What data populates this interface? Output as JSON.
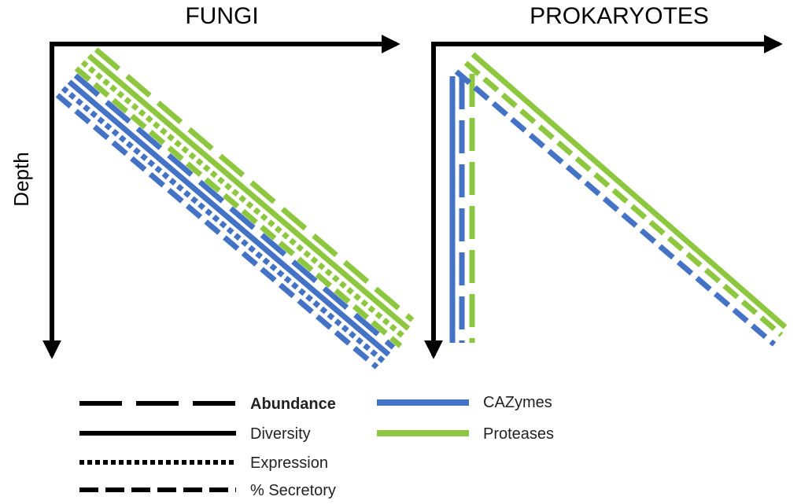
{
  "panels": [
    {
      "title": "FUNGI"
    },
    {
      "title": "PROKARYOTES"
    }
  ],
  "axes": {
    "y_label": "Depth"
  },
  "legend": {
    "line_styles": [
      {
        "key": "abundance",
        "label": "Abundance"
      },
      {
        "key": "diversity",
        "label": "Diversity"
      },
      {
        "key": "expression",
        "label": "Expression"
      },
      {
        "key": "secretory",
        "label": "% Secretory"
      }
    ],
    "groups": [
      {
        "key": "cazymes",
        "label": "CAZymes",
        "color": "#4472C4"
      },
      {
        "key": "proteases",
        "label": "Proteases",
        "color": "#8DC63F"
      }
    ]
  },
  "colors": {
    "cazymes": "#4472C4",
    "proteases": "#8DC63F",
    "axis": "#000000"
  }
}
